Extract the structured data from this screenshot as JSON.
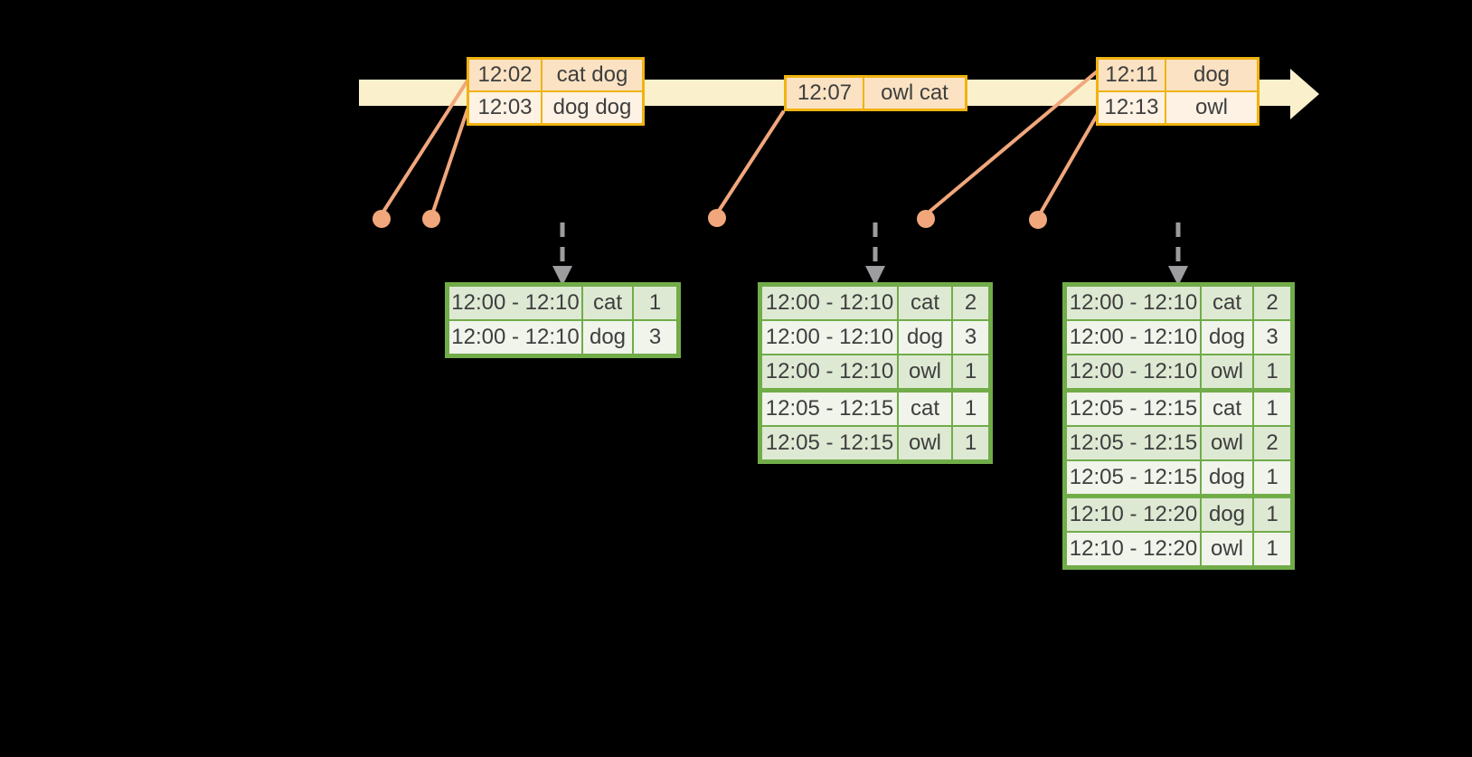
{
  "diagram": {
    "colors": {
      "background": "#000000",
      "timeline_fill": "#FBF0CC",
      "event_table_border": "#F0B310",
      "event_row_dark": "#FAE2C3",
      "event_row_light": "#FDF2E4",
      "connector_salmon": "#F1A77B",
      "trigger_arrow_gray": "#9D9DA0",
      "result_table_border": "#71AC49",
      "result_row_dark": "#DEE9D3",
      "result_row_light": "#F0F4EB",
      "text": "#3E3E3E"
    },
    "icons": {
      "timeline_arrow": "right-arrow",
      "trigger_arrow": "dashed-down-arrow",
      "event_marker": "dot"
    },
    "event_tables": [
      {
        "rows": [
          [
            "12:02",
            "cat dog"
          ],
          [
            "12:03",
            "dog dog"
          ]
        ]
      },
      {
        "rows": [
          [
            "12:07",
            "owl cat"
          ]
        ]
      },
      {
        "rows": [
          [
            "12:11",
            "dog"
          ],
          [
            "12:13",
            "owl"
          ]
        ]
      }
    ],
    "result_tables": [
      {
        "group_starts": [],
        "rows": [
          [
            "12:00 - 12:10",
            "cat",
            "1"
          ],
          [
            "12:00 - 12:10",
            "dog",
            "3"
          ]
        ]
      },
      {
        "group_starts": [
          3
        ],
        "rows": [
          [
            "12:00 - 12:10",
            "cat",
            "2"
          ],
          [
            "12:00 - 12:10",
            "dog",
            "3"
          ],
          [
            "12:00 - 12:10",
            "owl",
            "1"
          ],
          [
            "12:05 - 12:15",
            "cat",
            "1"
          ],
          [
            "12:05 - 12:15",
            "owl",
            "1"
          ]
        ]
      },
      {
        "group_starts": [
          3,
          6
        ],
        "rows": [
          [
            "12:00 - 12:10",
            "cat",
            "2"
          ],
          [
            "12:00 - 12:10",
            "dog",
            "3"
          ],
          [
            "12:00 - 12:10",
            "owl",
            "1"
          ],
          [
            "12:05 - 12:15",
            "cat",
            "1"
          ],
          [
            "12:05 - 12:15",
            "owl",
            "2"
          ],
          [
            "12:05 - 12:15",
            "dog",
            "1"
          ],
          [
            "12:10 - 12:20",
            "dog",
            "1"
          ],
          [
            "12:10 - 12:20",
            "owl",
            "1"
          ]
        ]
      }
    ]
  }
}
